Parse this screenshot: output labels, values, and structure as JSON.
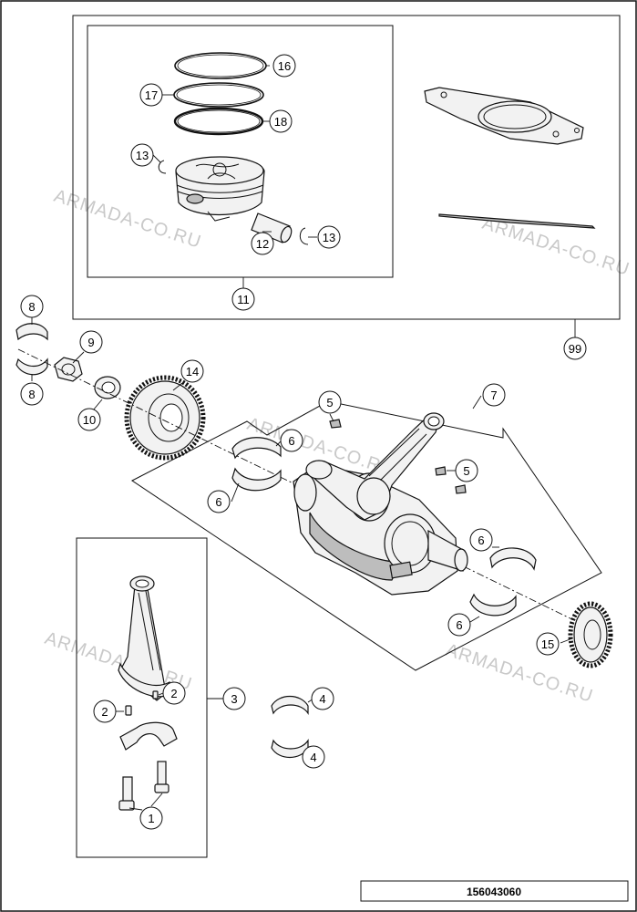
{
  "document_number": "156043060",
  "watermarks": [
    "ARMADA-CO.RU",
    "ARMADA-CO.RU",
    "ARMADA-CO.RU",
    "ARMADA-CO.RU",
    "ARMADA-CO.RU"
  ],
  "callouts": {
    "c16": "16",
    "c17": "17",
    "c18": "18",
    "c13a": "13",
    "c13b": "13",
    "c12": "12",
    "c11": "11",
    "c99": "99",
    "c8a": "8",
    "c8b": "8",
    "c9": "9",
    "c10": "10",
    "c14": "14",
    "c5a": "5",
    "c5b": "5",
    "c7": "7",
    "c6a": "6",
    "c6b": "6",
    "c6c": "6",
    "c6d": "6",
    "c15": "15",
    "c3": "3",
    "c2a": "2",
    "c2b": "2",
    "c4a": "4",
    "c4b": "4",
    "c1": "1"
  },
  "colors": {
    "line": "#111111",
    "watermark": "#c9c9c9",
    "background": "#ffffff"
  }
}
